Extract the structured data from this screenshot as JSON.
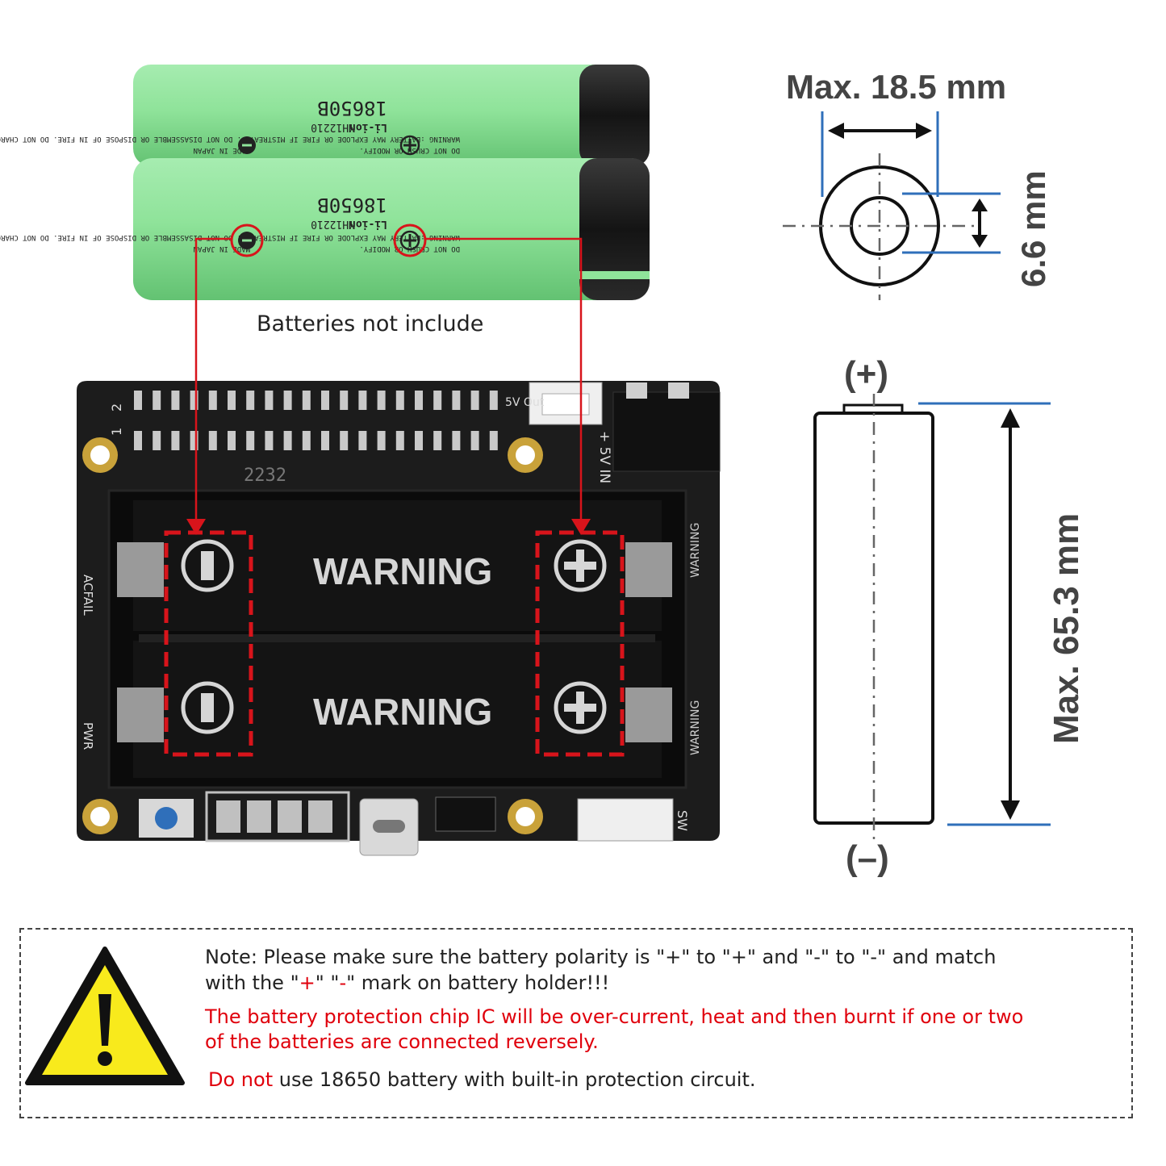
{
  "batteries": {
    "chemistry": "Li-ion",
    "model": "MH12210",
    "size_code": "18650B",
    "warning_text": "WARNING :BATTERY MAY EXPLODE OR FIRE IF MISTREATED. DO NOT DISASSEMBLE OR DISPOSE OF IN FIRE. DO NOT CHARGE EXCEPT SPECIFIED CHARGING CONDITION. DO NOT HEAT ABOVE 212°F, OR SHORT CIRCUIT.",
    "crush_text": "DO NOT CRUSH OR MODIFY.",
    "origin": "MADE IN JAPAN",
    "caption": "Batteries not include"
  },
  "board": {
    "pin_1": "1",
    "pin_2": "2",
    "board_number": "2232",
    "out_label": "5V Out",
    "in_label": "+ 5V IN",
    "acfail_label": "ACFAIL",
    "pwr_label": "PWR",
    "sw_label": "SW",
    "slot_warning": "WARNING",
    "side_warning": "WARNING"
  },
  "dimensions": {
    "diameter": "Max. 18.5 mm",
    "terminal": "6.6 mm",
    "length": "Max. 65.3 mm",
    "positive": "(+)",
    "negative": "(–)"
  },
  "note": {
    "line1_parts": [
      "Note: Please make sure the battery polarity is \"+\" to \"+\" and \"-\" to \"-\" and match"
    ],
    "line2_prefix": "with the \"",
    "line2_plus": "+",
    "line2_mid": "\" \"",
    "line2_minus": "-",
    "line2_suffix": "\" mark on battery holder!!!",
    "line3": "The battery protection chip IC will be over-current, heat and then burnt if one or two",
    "line4": "of the batteries are connected reversely.",
    "line5_red": "Do not",
    "line5_black": " use 18650 battery with built-in protection circuit."
  },
  "colors": {
    "battery_green": "#8fe39a",
    "board_black": "#1a1a1a",
    "callout_red": "#d8141b",
    "dimension_blue": "#2f6fba",
    "warning_yellow": "#f8ea1c"
  }
}
